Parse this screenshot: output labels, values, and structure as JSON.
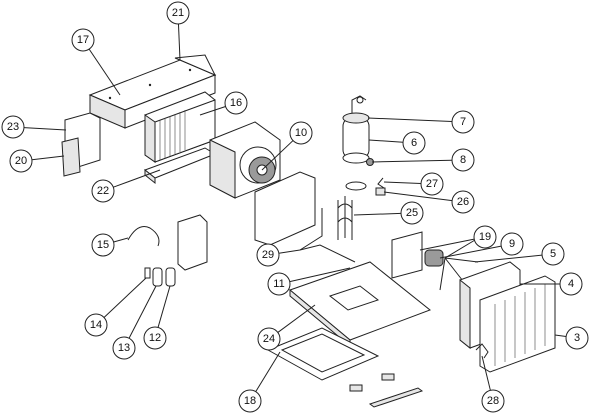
{
  "callouts": [
    {
      "id": "c21",
      "label": "21"
    },
    {
      "id": "c17",
      "label": "17"
    },
    {
      "id": "c16",
      "label": "16"
    },
    {
      "id": "c23",
      "label": "23"
    },
    {
      "id": "c20",
      "label": "20"
    },
    {
      "id": "c22",
      "label": "22"
    },
    {
      "id": "c10",
      "label": "10"
    },
    {
      "id": "c7",
      "label": "7"
    },
    {
      "id": "c6",
      "label": "6"
    },
    {
      "id": "c8",
      "label": "8"
    },
    {
      "id": "c27",
      "label": "27"
    },
    {
      "id": "c26",
      "label": "26"
    },
    {
      "id": "c25",
      "label": "25"
    },
    {
      "id": "c15",
      "label": "15"
    },
    {
      "id": "c29",
      "label": "29"
    },
    {
      "id": "c19",
      "label": "19"
    },
    {
      "id": "c9",
      "label": "9"
    },
    {
      "id": "c5",
      "label": "5"
    },
    {
      "id": "c11",
      "label": "11"
    },
    {
      "id": "c4",
      "label": "4"
    },
    {
      "id": "c14",
      "label": "14"
    },
    {
      "id": "c13",
      "label": "13"
    },
    {
      "id": "c12",
      "label": "12"
    },
    {
      "id": "c24",
      "label": "24"
    },
    {
      "id": "c3",
      "label": "3"
    },
    {
      "id": "c18",
      "label": "18"
    },
    {
      "id": "c28",
      "label": "28"
    }
  ]
}
